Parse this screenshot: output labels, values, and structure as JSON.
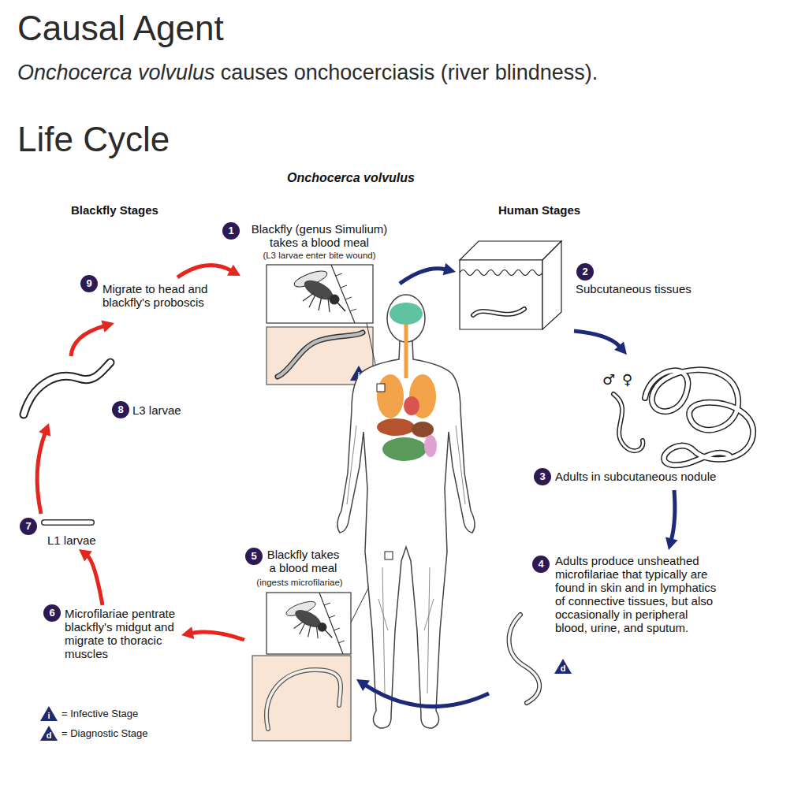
{
  "diagram": {
    "title": "Causal Agent",
    "nodes": [
      {
        "text": [
          "Blackfly (genus Simulium) takes a blood meal",
          "(L3 larvae enter bite wound)"
        ]
      },
      {
        "text": [
          "Subcutaneous tissues"
        ]
      },
      {
        "text": [
          "Adults in subcutaneous nodule"
        ]
      },
      {
        "text": [
          "Adults produce unsheathed microfilariae that typically are found in skin and in lymphatics of connective tissues, but also occasionally in peripheral blood, urine, and sputum."
        ]
      },
      {
        "text": [
          "Blackfly takes a blood meal",
          "(ingests microfilariae)"
        ]
      },
      {
        "text": [
          "Microfilariae pentrate blackfly's midgut and migrate to thoracic muscles"
        ]
      },
      {
        "text": [
          "L1 larvae"
        ]
      },
      {
        "text": [
          "L3 larvae"
        ]
      },
      {
        "text": [
          "Migrate to head and blackfly's proboscis"
        ]
      }
    ],
    "edges": [
      {
        "from": 0,
        "to": 1,
        "arrow": "to"
      },
      {
        "from": 1,
        "to": 2,
        "arrow": "to"
      },
      {
        "from": 2,
        "to": 3,
        "arrow": "to"
      },
      {
        "from": 3,
        "to": 4,
        "arrow": "to"
      },
      {
        "from": 4,
        "to": 5,
        "arrow": "to"
      },
      {
        "from": 5,
        "to": 6,
        "arrow": "to"
      },
      {
        "from": 6,
        "to": 7,
        "arrow": "to"
      },
      {
        "from": 7,
        "to": 8,
        "arrow": "to"
      },
      {
        "from": 8,
        "to": 0,
        "arrow": "to"
      }
    ],
    "labels": [
      "Onchocerca volvulus",
      "causes onchocerciasis (river blindness).",
      "Life Cycle",
      "Onchocerca volvulus",
      "Blackfly Stages",
      "Human Stages",
      "1",
      "2",
      "3",
      "4",
      "5",
      "6",
      "7",
      "8",
      "9",
      "♂",
      "♀",
      "i",
      "d",
      "i",
      "d"
    ],
    "legend": [
      {
        "text": "= Infective Stage"
      },
      {
        "text": "= Diagnostic Stage"
      }
    ]
  }
}
